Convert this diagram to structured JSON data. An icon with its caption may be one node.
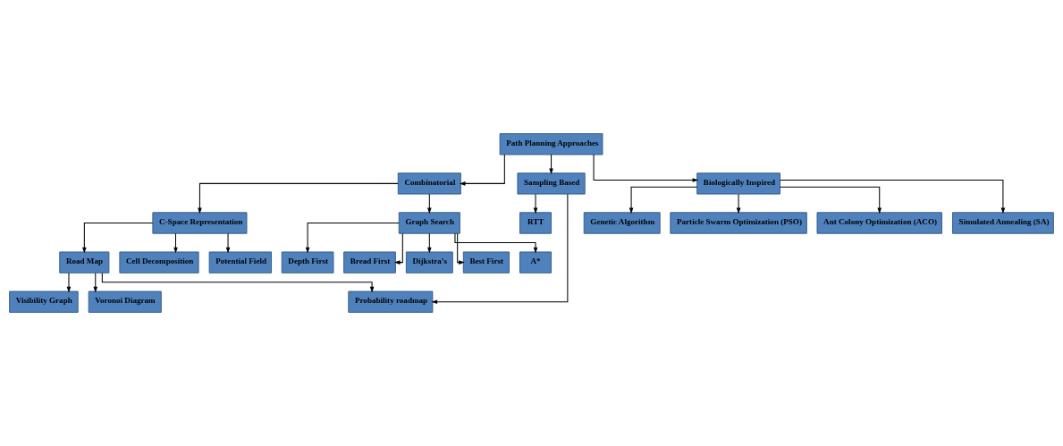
{
  "diagram": {
    "nodes": [
      {
        "text": [
          "Path Planning Approaches"
        ]
      },
      {
        "text": [
          "Combinatorial"
        ]
      },
      {
        "text": [
          "Sampling Based"
        ]
      },
      {
        "text": [
          "Biologically Inspired"
        ]
      },
      {
        "text": [
          "C-Space Representation"
        ]
      },
      {
        "text": [
          "Graph Search"
        ]
      },
      {
        "text": [
          "RTT"
        ]
      },
      {
        "text": [
          "Probability roadmap"
        ]
      },
      {
        "text": [
          "Genetic Algorithm"
        ]
      },
      {
        "text": [
          "Particle Swarm Optimization (PSO)"
        ]
      },
      {
        "text": [
          "Ant Colony Optimization (ACO)"
        ]
      },
      {
        "text": [
          "Simulated Annealing (SA)"
        ]
      },
      {
        "text": [
          "Road Map"
        ]
      },
      {
        "text": [
          "Visibility Graph"
        ]
      },
      {
        "text": [
          "Voronoi Diagram"
        ]
      },
      {
        "text": [
          "Cell Decomposition"
        ]
      },
      {
        "text": [
          "Potential Field"
        ]
      },
      {
        "text": [
          "Depth First"
        ]
      },
      {
        "text": [
          "Bread First"
        ]
      },
      {
        "text": [
          "Dijkstra’s"
        ]
      },
      {
        "text": [
          "Best First"
        ]
      },
      {
        "text": [
          "A*"
        ]
      }
    ],
    "edges": [
      {
        "from": 0,
        "to": 1,
        "arrow": "to"
      },
      {
        "from": 0,
        "to": 2,
        "arrow": "to"
      },
      {
        "from": 0,
        "to": 3,
        "arrow": "to"
      },
      {
        "from": 1,
        "to": 4,
        "arrow": "to"
      },
      {
        "from": 1,
        "to": 5,
        "arrow": "to"
      },
      {
        "from": 2,
        "to": 6,
        "arrow": "to"
      },
      {
        "from": 2,
        "to": 7,
        "arrow": "to"
      },
      {
        "from": 3,
        "to": 8,
        "arrow": "to"
      },
      {
        "from": 3,
        "to": 9,
        "arrow": "to"
      },
      {
        "from": 3,
        "to": 10,
        "arrow": "to"
      },
      {
        "from": 3,
        "to": 11,
        "arrow": "to"
      },
      {
        "from": 4,
        "to": 12,
        "arrow": "to"
      },
      {
        "from": 4,
        "to": 15,
        "arrow": "to"
      },
      {
        "from": 4,
        "to": 16,
        "arrow": "to"
      },
      {
        "from": 12,
        "to": 13,
        "arrow": "to"
      },
      {
        "from": 12,
        "to": 14,
        "arrow": "to"
      },
      {
        "from": 12,
        "to": 7,
        "arrow": "to"
      },
      {
        "from": 5,
        "to": 17,
        "arrow": "to"
      },
      {
        "from": 5,
        "to": 18,
        "arrow": "to"
      },
      {
        "from": 5,
        "to": 19,
        "arrow": "to"
      },
      {
        "from": 5,
        "to": 20,
        "arrow": "to"
      },
      {
        "from": 5,
        "to": 21,
        "arrow": "to"
      }
    ]
  }
}
